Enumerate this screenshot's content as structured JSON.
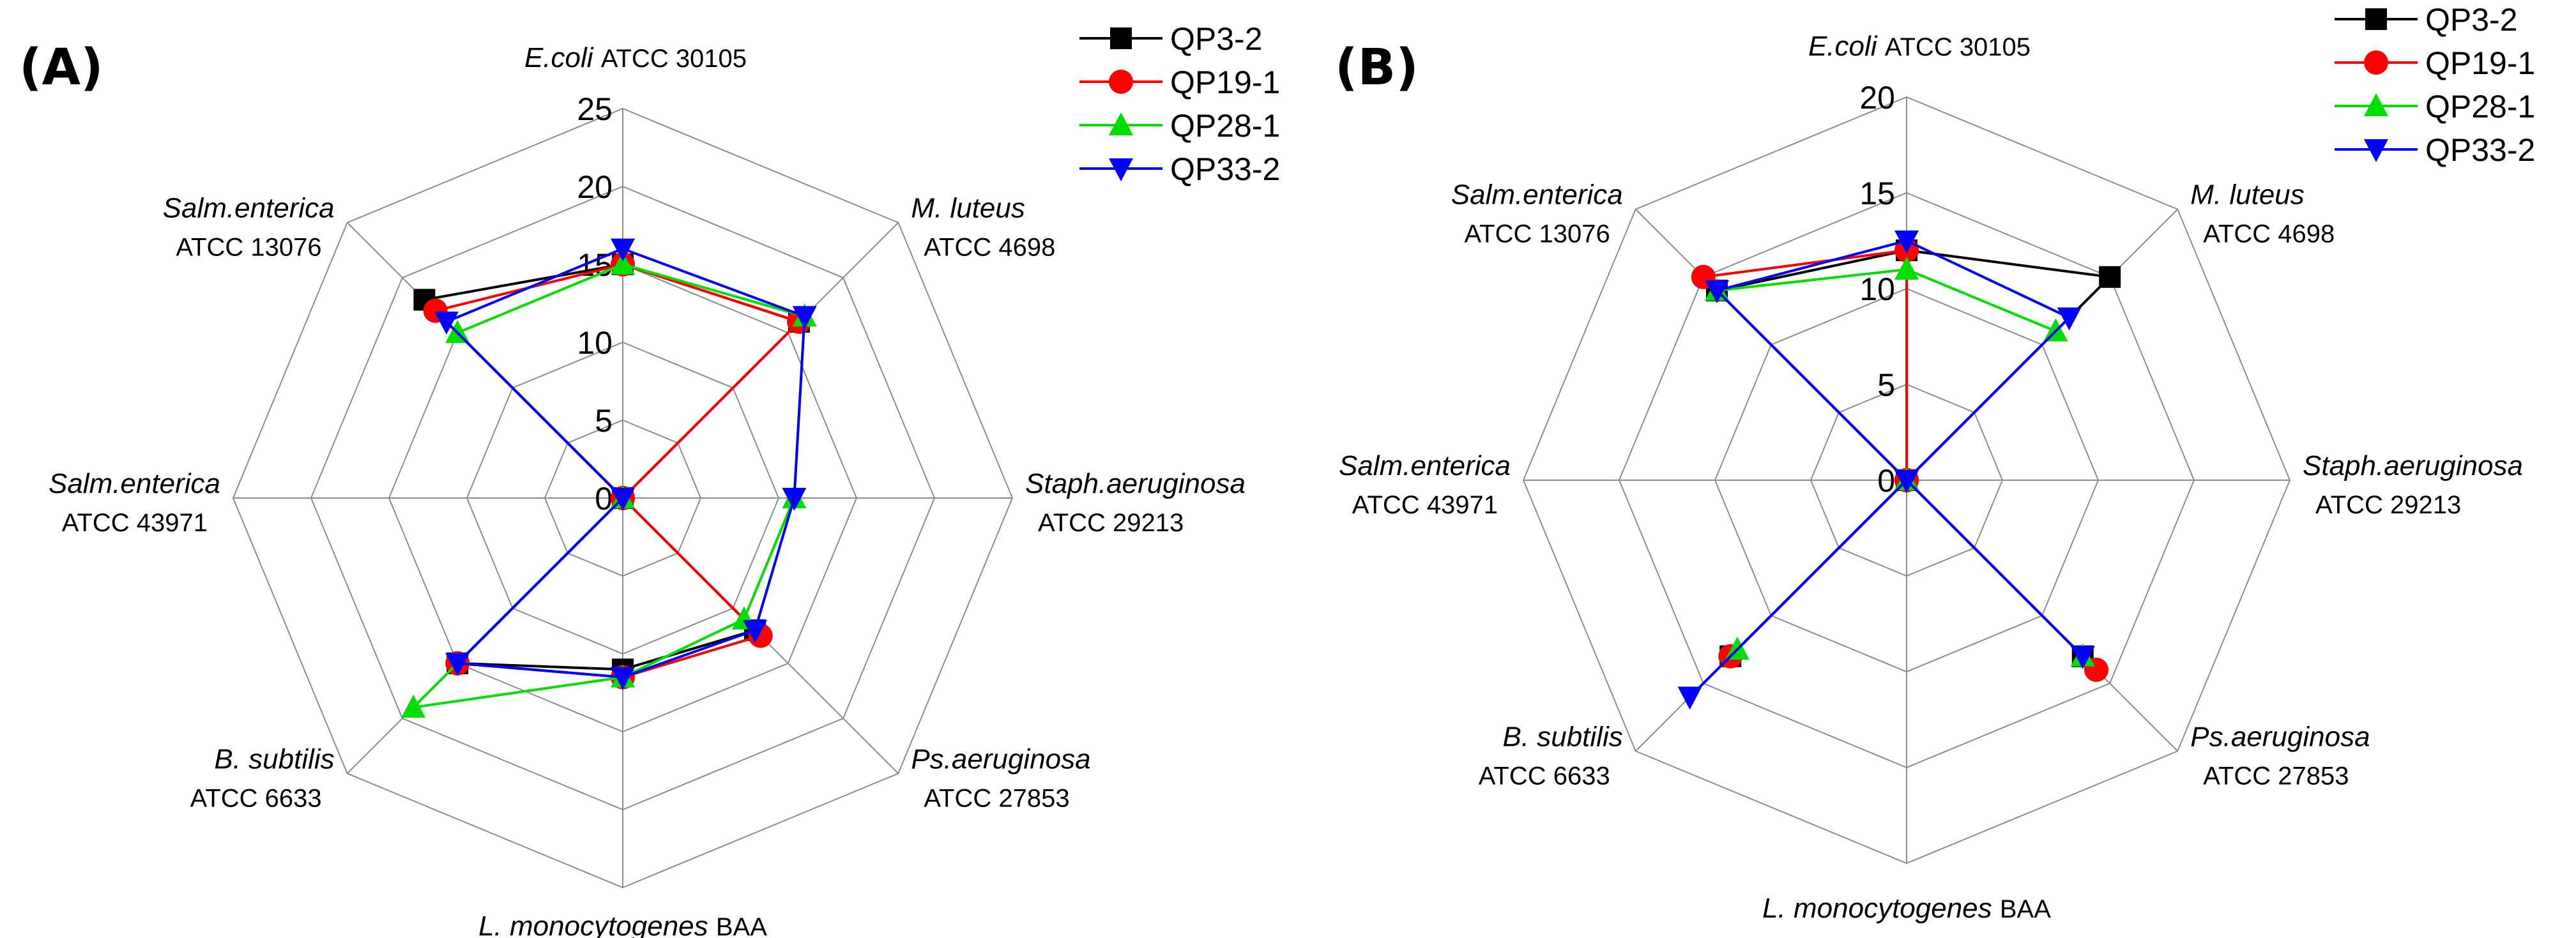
{
  "chart_data": [
    {
      "panel_label": "(A)",
      "type": "radar",
      "categories": [
        {
          "name": "E.coli",
          "strain": "ATCC 30105"
        },
        {
          "name": "M. luteus",
          "strain": "ATCC 4698"
        },
        {
          "name": "Staph.aeruginosa",
          "strain": "ATCC 29213"
        },
        {
          "name": "Ps.aeruginosa",
          "strain": "ATCC 27853"
        },
        {
          "name": "L. monocytogenes",
          "strain": "BAA"
        },
        {
          "name": "B. subtilis",
          "strain": "ATCC 6633"
        },
        {
          "name": "Salm.enterica",
          "strain": "ATCC 43971"
        },
        {
          "name": "Salm.enterica",
          "strain": "ATCC 13076"
        }
      ],
      "radial_range": [
        0,
        25
      ],
      "ticks": [
        "0",
        "5",
        "10",
        "15",
        "20",
        "25"
      ],
      "legend_position": "top-right",
      "series": [
        {
          "name": "QP3-2",
          "color": "#000000",
          "marker": "square",
          "values": [
            15,
            16,
            0,
            12,
            11,
            15,
            0,
            18
          ]
        },
        {
          "name": "QP19-1",
          "color": "#ff0000",
          "marker": "circle",
          "values": [
            15,
            16,
            0,
            12.5,
            11.5,
            15,
            0,
            17
          ]
        },
        {
          "name": "QP28-1",
          "color": "#00dd00",
          "marker": "triangle-up",
          "values": [
            15,
            16.5,
            11,
            11,
            11.5,
            19,
            0,
            15
          ]
        },
        {
          "name": "QP33-2",
          "color": "#0000ff",
          "marker": "triangle-down",
          "values": [
            16,
            16.5,
            11,
            12,
            11.5,
            15,
            0,
            16
          ]
        }
      ]
    },
    {
      "panel_label": "(B)",
      "type": "radar",
      "categories": [
        {
          "name": "E.coli",
          "strain": "ATCC 30105"
        },
        {
          "name": "M. luteus",
          "strain": "ATCC 4698"
        },
        {
          "name": "Staph.aeruginosa",
          "strain": "ATCC 29213"
        },
        {
          "name": "Ps.aeruginosa",
          "strain": "ATCC 27853"
        },
        {
          "name": "L. monocytogenes",
          "strain": "BAA"
        },
        {
          "name": "B. subtilis",
          "strain": "ATCC 6633"
        },
        {
          "name": "Salm.enterica",
          "strain": "ATCC 43971"
        },
        {
          "name": "Salm.enterica",
          "strain": "ATCC 13076"
        }
      ],
      "radial_range": [
        0,
        20
      ],
      "ticks": [
        "0",
        "5",
        "10",
        "15",
        "20"
      ],
      "legend_position": "top-right",
      "series": [
        {
          "name": "QP3-2",
          "color": "#000000",
          "marker": "square",
          "values": [
            12,
            15,
            0,
            13,
            0,
            13,
            0,
            14
          ]
        },
        {
          "name": "QP19-1",
          "color": "#ff0000",
          "marker": "circle",
          "values": [
            12,
            0,
            0,
            14,
            0,
            13,
            0,
            15
          ]
        },
        {
          "name": "QP28-1",
          "color": "#00dd00",
          "marker": "triangle-up",
          "values": [
            11,
            11,
            0,
            13,
            0,
            12.5,
            0,
            14
          ]
        },
        {
          "name": "QP33-2",
          "color": "#0000ff",
          "marker": "triangle-down",
          "values": [
            12.5,
            12,
            0,
            13,
            0,
            16,
            0,
            14
          ]
        }
      ]
    }
  ]
}
